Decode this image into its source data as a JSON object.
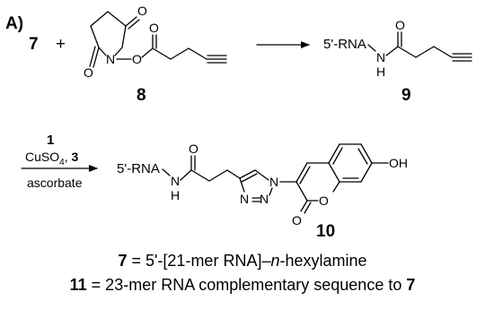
{
  "panel_label": "A)",
  "step1": {
    "reactant_number": "7",
    "plus": "+",
    "reagent_number": "8",
    "product_prefix": "5'-RNA",
    "product_number": "9"
  },
  "step2": {
    "conditions": {
      "above_1": "1",
      "above_2_main": "CuSO",
      "above_2_sub": "4",
      "above_2_tail": ", ",
      "above_2_bold": "3",
      "below": "ascorbate"
    },
    "product_prefix": "5'-RNA",
    "product_number": "10"
  },
  "atoms": {
    "O": "O",
    "N": "N",
    "H": "H",
    "OH": "OH"
  },
  "legend": [
    {
      "number": "7",
      "text": " = 5'-[21-mer RNA]–",
      "italic": "n",
      "tail": "-hexylamine"
    },
    {
      "number": "11",
      "text": " = 23-mer RNA complementary sequence to ",
      "ref": "7"
    }
  ]
}
